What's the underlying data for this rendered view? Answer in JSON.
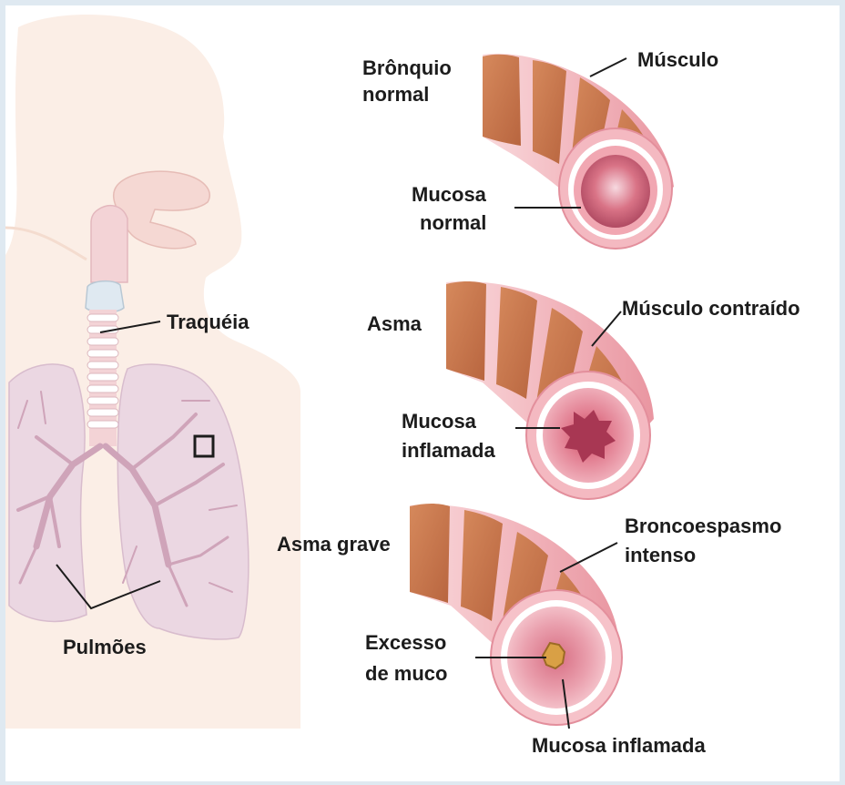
{
  "labels": {
    "bronquio_normal": [
      "Brônquio",
      "normal"
    ],
    "musculo": "Músculo",
    "mucosa_normal": [
      "Mucosa",
      "normal"
    ],
    "traqueia": "Traquéia",
    "asma": "Asma",
    "musculo_contraido": "Músculo contraído",
    "mucosa_inflamada": [
      "Mucosa",
      "inflamada"
    ],
    "asma_grave": "Asma grave",
    "broncoespasmo": [
      "Broncoespasmo",
      "intenso"
    ],
    "excesso_muco": [
      "Excesso",
      "de muco"
    ],
    "mucosa_inflamada_grave": "Mucosa inflamada",
    "pulmoes": "Pulmões"
  },
  "colors": {
    "skin": "#fbeee6",
    "airway": "#f3d3d6",
    "lung": "#ebd7e2",
    "muscle": "#c9784f",
    "mucosa": "#e9909d",
    "mucus": "#d9a045"
  }
}
